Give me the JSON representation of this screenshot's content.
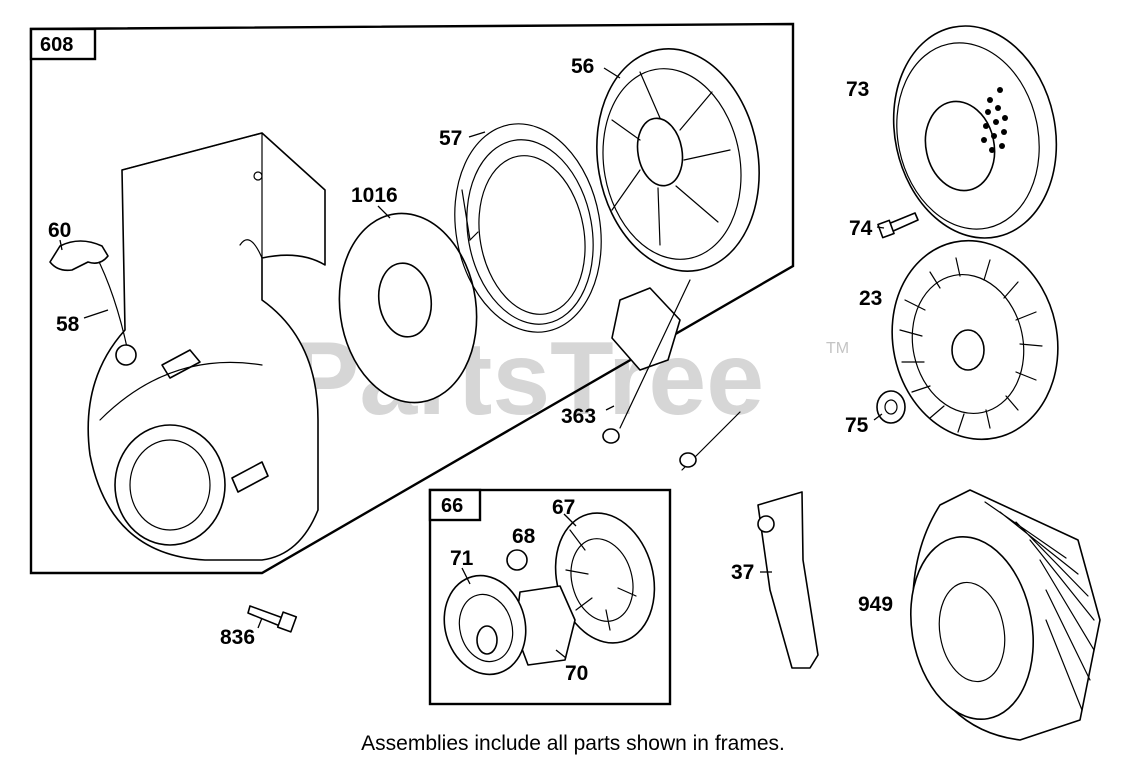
{
  "diagram": {
    "frames": {
      "frame_608": "608",
      "frame_66": "66"
    },
    "callouts": {
      "c56": "56",
      "c57": "57",
      "c1016": "1016",
      "c60": "60",
      "c58": "58",
      "c73": "73",
      "c74": "74",
      "c23": "23",
      "c75": "75",
      "c363": "363",
      "c67": "67",
      "c68": "68",
      "c71": "71",
      "c70": "70",
      "c37": "37",
      "c949": "949",
      "c836": "836"
    },
    "watermark": {
      "text": "PartsTree",
      "trademark": "TM"
    },
    "caption": "Assemblies include all parts shown in frames."
  }
}
